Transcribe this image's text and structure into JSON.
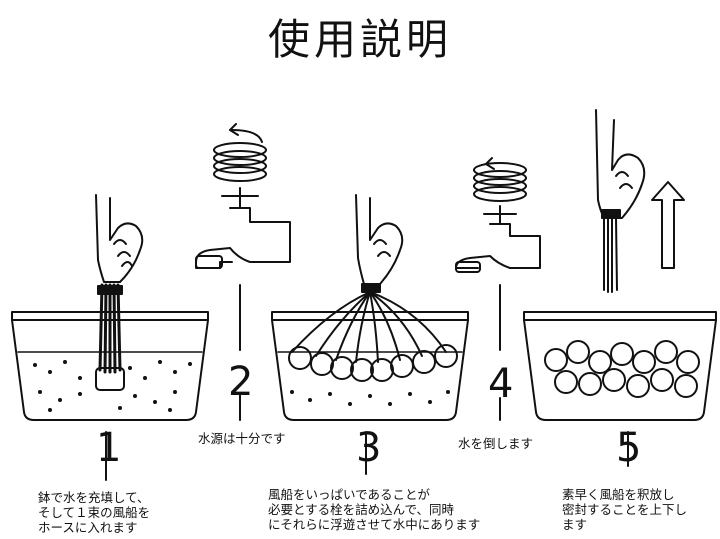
{
  "title": "使用説明",
  "steps": [
    {
      "num": "1",
      "caption": "鉢で水を充填して、\nそして１束の風船を\nホースに入れます"
    },
    {
      "num": "2",
      "caption": "水源は十分です"
    },
    {
      "num": "3",
      "caption": "風船をいっぱいであることが\n必要とする栓を詰め込んで、同時\nにそれらに浮遊させて水中にあります"
    },
    {
      "num": "4",
      "caption": "水を倒します"
    },
    {
      "num": "5",
      "caption": "素早く風船を釈放し\n密封することを上下し\nます"
    }
  ]
}
